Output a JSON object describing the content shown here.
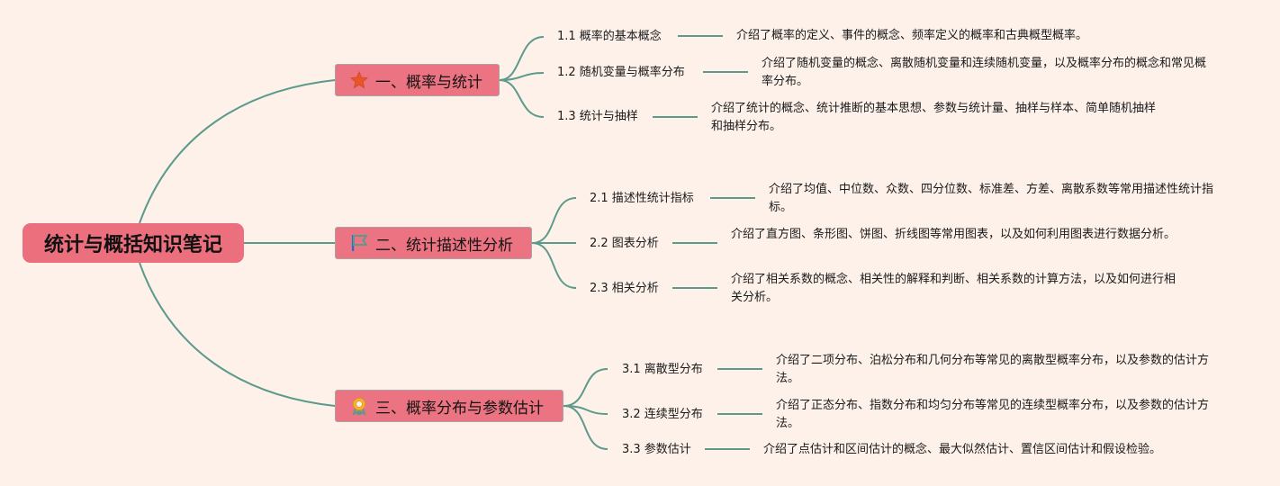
{
  "root": {
    "title": "统计与概括知识笔记"
  },
  "colors": {
    "background": "#fdf1ea",
    "node": "#ec7381",
    "connector": "#5c9a8c"
  },
  "branches": [
    {
      "label": "一、概率与统计",
      "icon": "star-icon",
      "children": [
        {
          "label": "1.1 概率的基本概念",
          "desc": "介绍了概率的定义、事件的概念、频率定义的概率和古典概型概率。"
        },
        {
          "label": "1.2 随机变量与概率分布",
          "desc": "介绍了随机变量的概念、离散随机变量和连续随机变量，以及概率分布的概念和常见概率分布。"
        },
        {
          "label": "1.3 统计与抽样",
          "desc": "介绍了统计的概念、统计推断的基本思想、参数与统计量、抽样与样本、简单随机抽样和抽样分布。"
        }
      ]
    },
    {
      "label": "二、统计描述性分析",
      "icon": "flag-icon",
      "children": [
        {
          "label": "2.1 描述性统计指标",
          "desc": "介绍了均值、中位数、众数、四分位数、标准差、方差、离散系数等常用描述性统计指标。"
        },
        {
          "label": "2.2 图表分析",
          "desc": "介绍了直方图、条形图、饼图、折线图等常用图表，以及如何利用图表进行数据分析。"
        },
        {
          "label": "2.3 相关分析",
          "desc": "介绍了相关系数的概念、相关性的解释和判断、相关系数的计算方法，以及如何进行相关分析。"
        }
      ]
    },
    {
      "label": "三、概率分布与参数估计",
      "icon": "award-ribbon-icon",
      "children": [
        {
          "label": "3.1 离散型分布",
          "desc": "介绍了二项分布、泊松分布和几何分布等常见的离散型概率分布，以及参数的估计方法。"
        },
        {
          "label": "3.2 连续型分布",
          "desc": "介绍了正态分布、指数分布和均匀分布等常见的连续型概率分布，以及参数的估计方法。"
        },
        {
          "label": "3.3 参数估计",
          "desc": "介绍了点估计和区间估计的概念、最大似然估计、置信区间估计和假设检验。"
        }
      ]
    }
  ]
}
